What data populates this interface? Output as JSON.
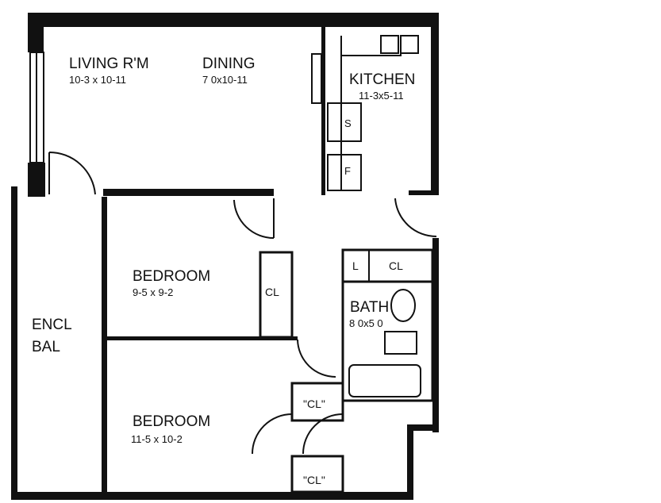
{
  "rooms": {
    "living": {
      "name": "LIVING R'M",
      "size": "10-3 x 10-11"
    },
    "dining": {
      "name": "DINING",
      "size": "7 0x10-11"
    },
    "kitchen": {
      "name": "KITCHEN",
      "size": "11-3x5-11",
      "sink": "S",
      "fridge": "F"
    },
    "bedroom1": {
      "name": "BEDROOM",
      "size": "9-5 x 9-2",
      "closet": "CL"
    },
    "bath": {
      "name": "BATH",
      "size": "8 0x5 0",
      "linen": "L",
      "closet": "CL"
    },
    "balcony": {
      "name1": "ENCL",
      "name2": "BAL"
    },
    "bedroom2": {
      "name": "BEDROOM",
      "size": "11-5 x 10-2",
      "closet1": "\"CL\"",
      "closet2": "\"CL\""
    }
  }
}
